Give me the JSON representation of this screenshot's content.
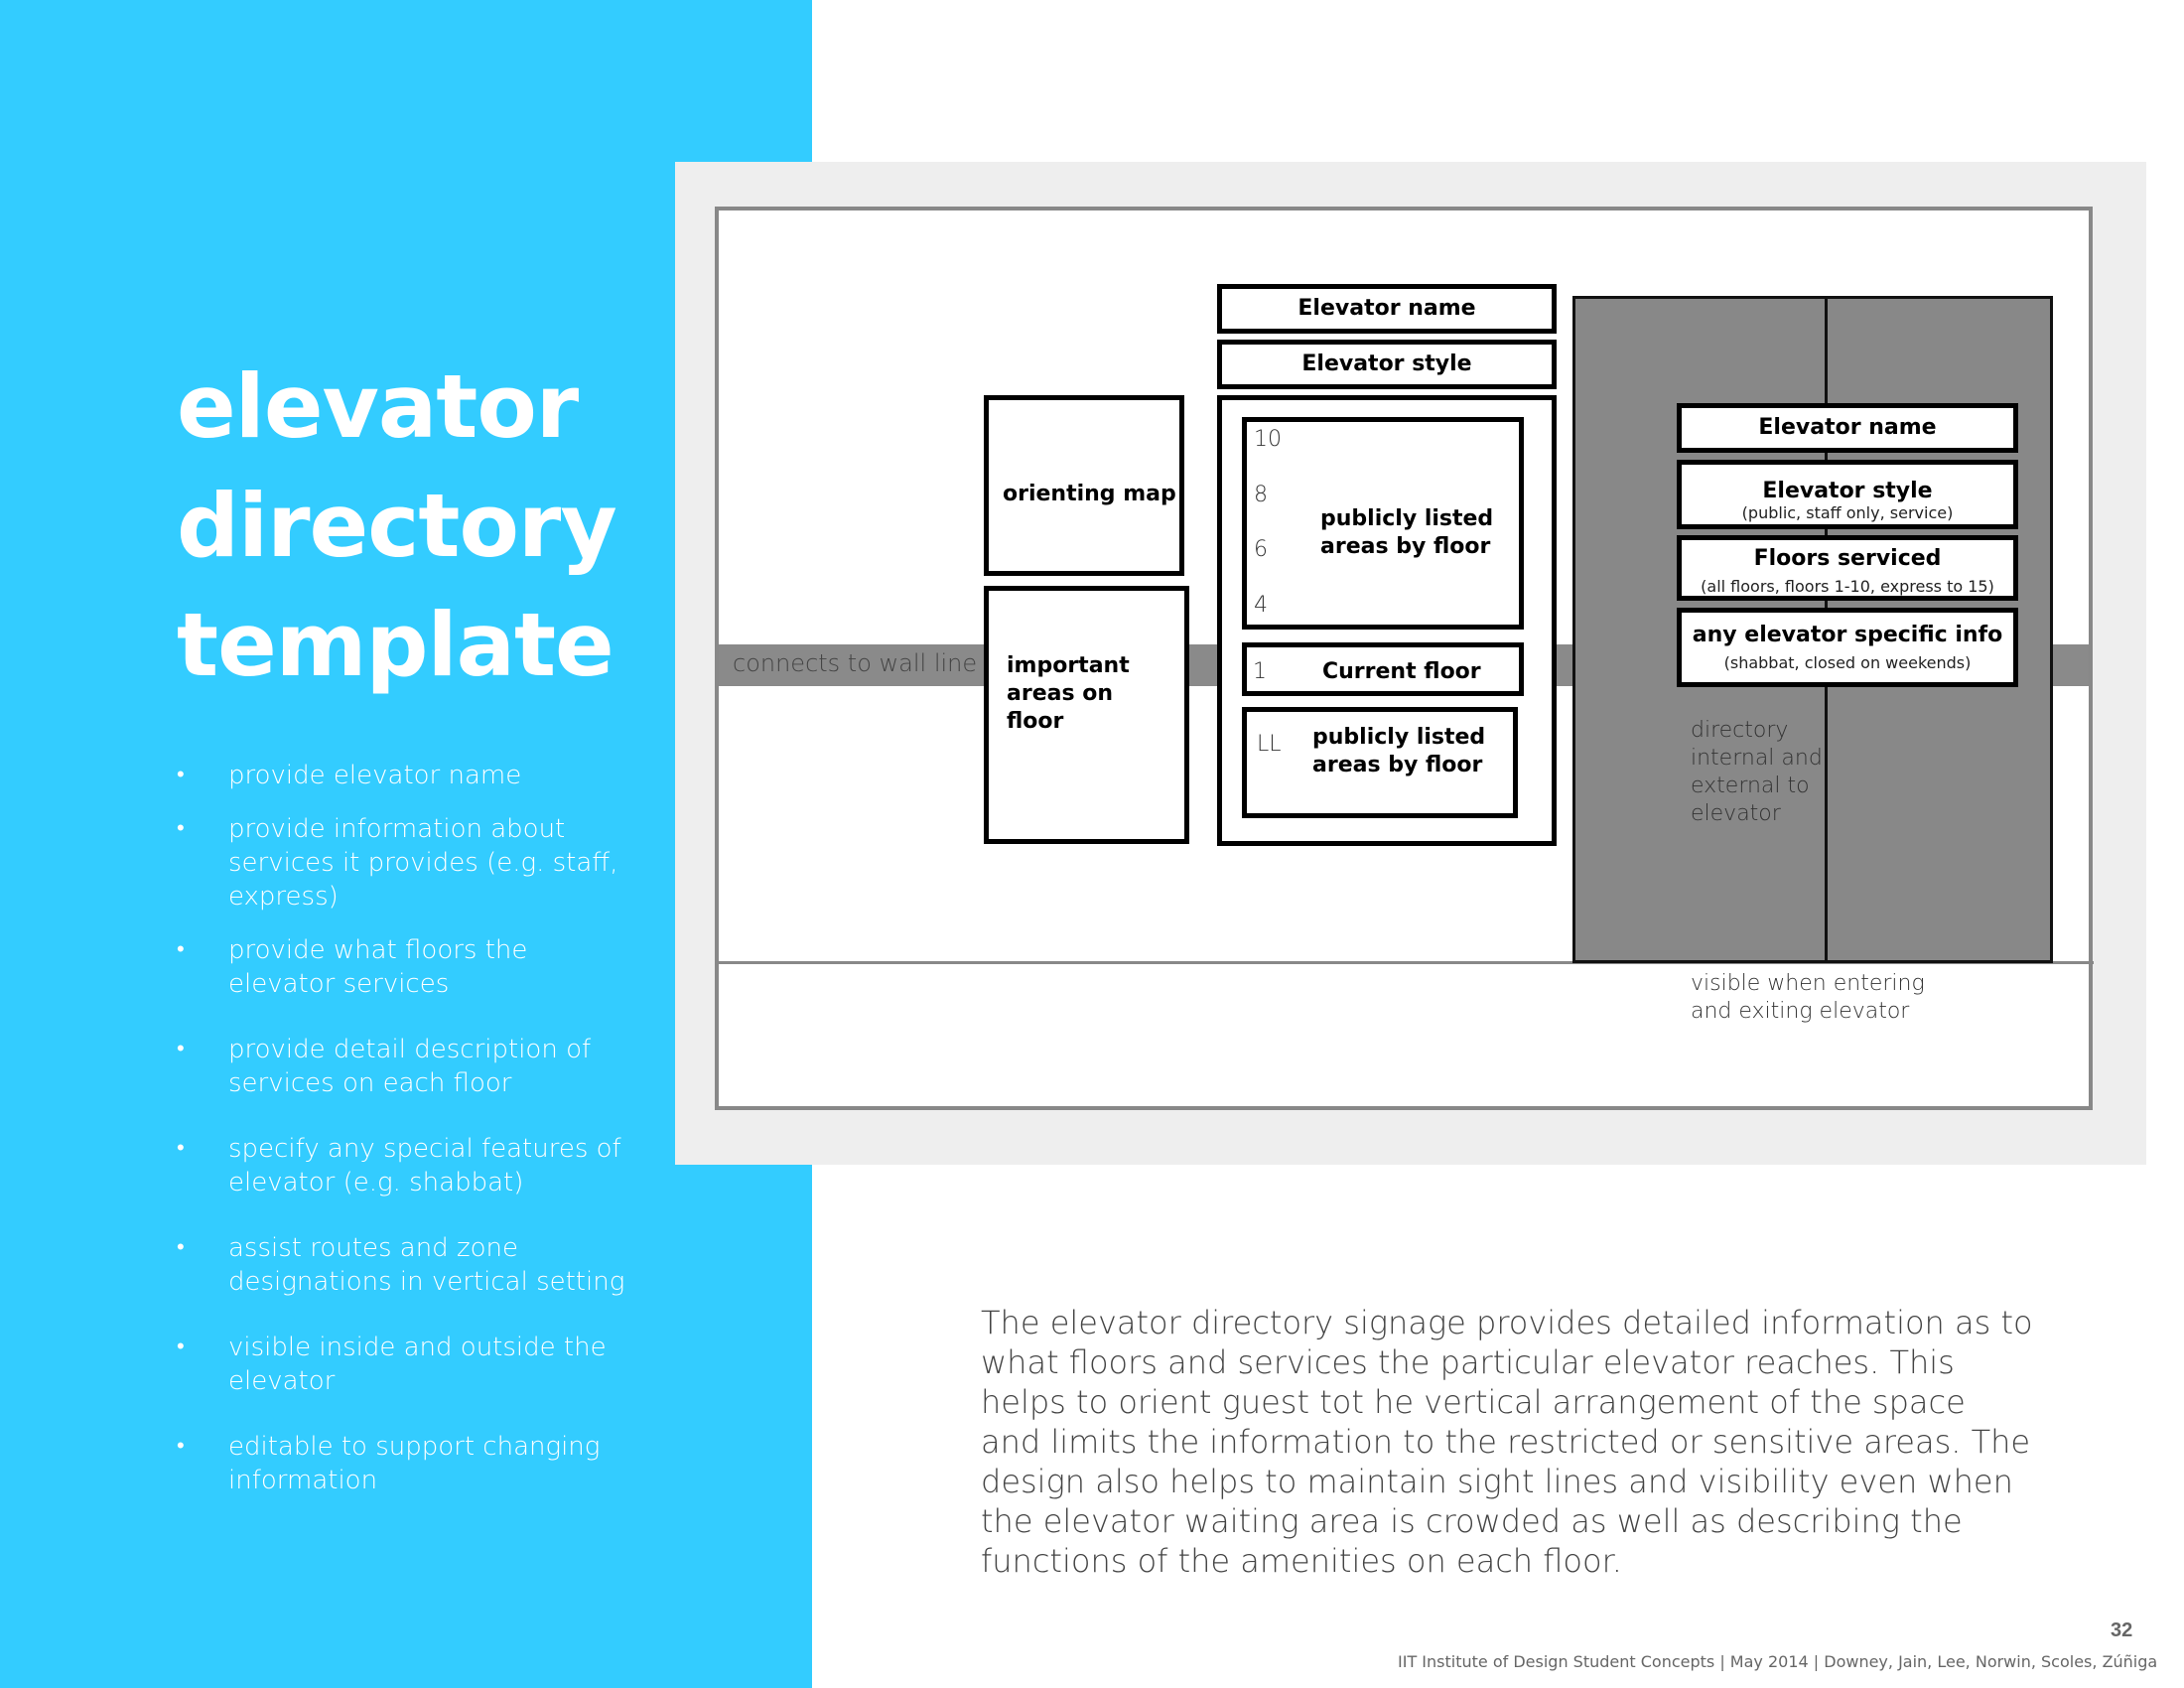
{
  "sidebar": {
    "title_lines": [
      "elevator",
      "directory",
      "template"
    ],
    "bullets": [
      "provide elevator name",
      "provide information about services it provides (e.g. staff, express)",
      "provide what floors the elevator services",
      "provide detail description of services on each floor",
      "specify any special features of elevator (e.g. shabbat)",
      "assist routes and zone designations in vertical setting",
      "visible inside and outside the elevator",
      "editable to support changing information"
    ],
    "bullet_glyph": "•",
    "background_color": "#33ccff"
  },
  "diagram": {
    "wall_label": "connects to wall line",
    "left_column": {
      "orienting_map": "orienting map",
      "important_areas": "important areas on floor"
    },
    "center_column": {
      "elevator_name": "Elevator name",
      "elevator_style": "Elevator style",
      "upper_floor_numbers": [
        "10",
        "8",
        "6",
        "4"
      ],
      "upper_listing": "publicly listed areas by floor",
      "current_floor_number": "1",
      "current_floor": "Current floor",
      "lower_floor_number": "LL",
      "lower_listing": "publicly listed areas by floor"
    },
    "elevator_panel": {
      "name": "Elevator name",
      "style_title": "Elevator style",
      "style_sub": "(public, staff only, service)",
      "floors_title": "Floors serviced",
      "floors_sub": "(all floors, floors 1-10, express to 15)",
      "info_title": "any elevator specific info",
      "info_sub": "(shabbat, closed on weekends)",
      "door_note": [
        "directory",
        "internal and",
        "external to",
        "elevator"
      ]
    },
    "visible_note": [
      "visible when entering",
      "and exiting elevator"
    ]
  },
  "description": "The elevator directory signage provides detailed information as to what floors and services the particular elevator reaches.  This helps to orient guest tot he vertical arrangement of the space and limits the information to the restricted or sensitive areas.  The design also helps to maintain sight lines and visibility even when the elevator waiting area is crowded as well as describing the functions of the amenities on each floor.",
  "footer": {
    "page_number": "32",
    "credits": "IIT Institute of Design Student Concepts | May 2014 | Downey, Jain, Lee, Norwin, Scoles, Zúñiga"
  }
}
